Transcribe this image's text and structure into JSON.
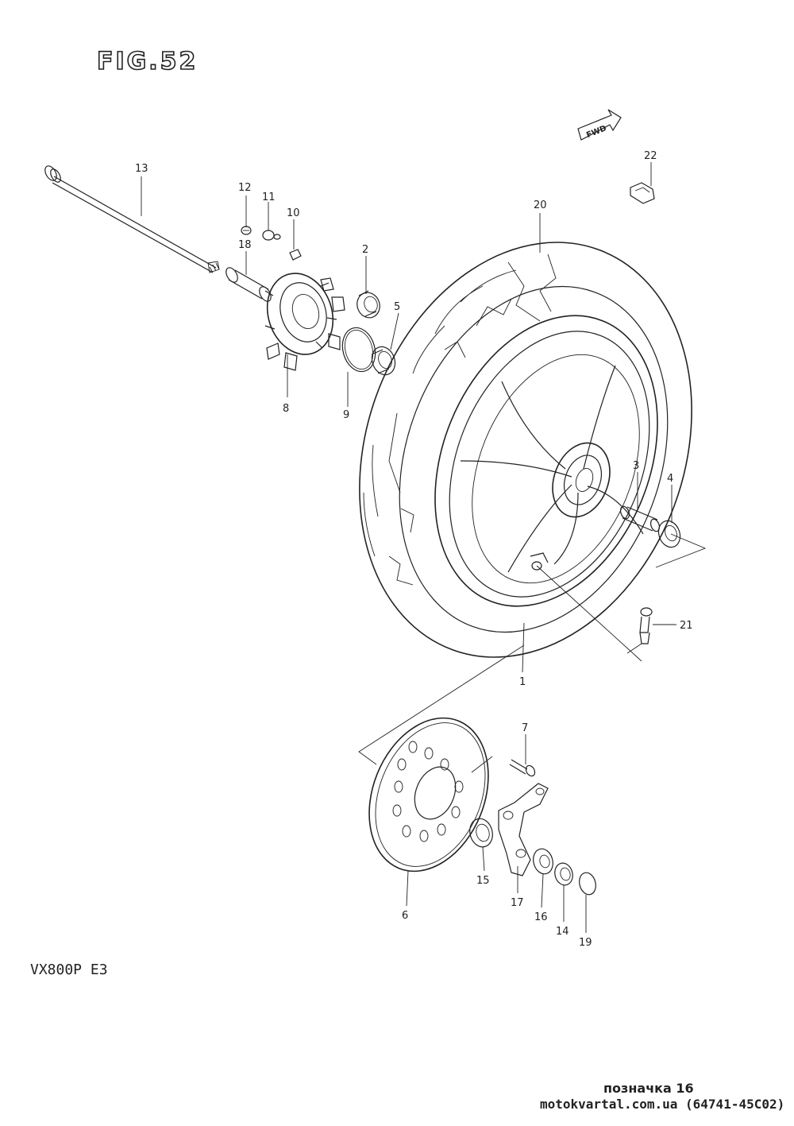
{
  "figure": {
    "title": "FIG.52",
    "model_code": "VX800P E3"
  },
  "direction_arrow": "FWD",
  "callouts": [
    {
      "id": "1",
      "label": "1"
    },
    {
      "id": "2",
      "label": "2"
    },
    {
      "id": "3",
      "label": "3"
    },
    {
      "id": "4",
      "label": "4"
    },
    {
      "id": "5",
      "label": "5"
    },
    {
      "id": "6",
      "label": "6"
    },
    {
      "id": "7",
      "label": "7"
    },
    {
      "id": "8",
      "label": "8"
    },
    {
      "id": "9",
      "label": "9"
    },
    {
      "id": "10",
      "label": "10"
    },
    {
      "id": "11",
      "label": "11"
    },
    {
      "id": "12",
      "label": "12"
    },
    {
      "id": "13",
      "label": "13"
    },
    {
      "id": "14",
      "label": "14"
    },
    {
      "id": "15",
      "label": "15"
    },
    {
      "id": "16",
      "label": "16"
    },
    {
      "id": "17",
      "label": "17"
    },
    {
      "id": "18",
      "label": "18"
    },
    {
      "id": "19",
      "label": "19"
    },
    {
      "id": "20",
      "label": "20"
    },
    {
      "id": "21",
      "label": "21"
    },
    {
      "id": "22",
      "label": "22"
    }
  ],
  "footer": {
    "note": "позначка 16",
    "source": "motokvartal.com.ua (64741-45C02)"
  }
}
